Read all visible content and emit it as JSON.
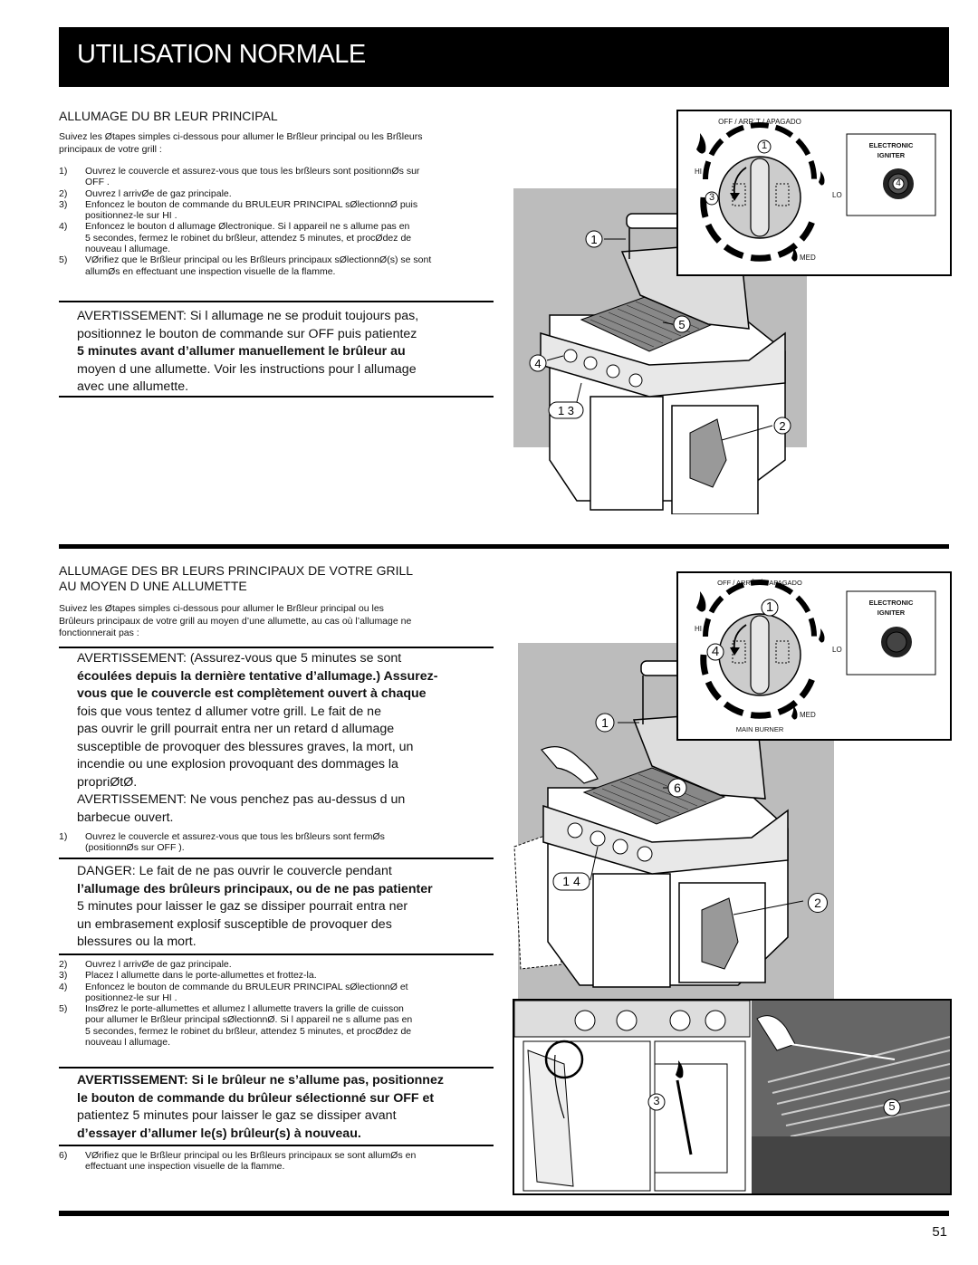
{
  "header": {
    "title": "UTILISATION NORMALE"
  },
  "sec1": {
    "title": "ALLUMAGE DU BR LEUR PRINCIPAL",
    "intro": [
      "Suivez les Øtapes simples ci-dessous pour allumer le Brßleur principal ou les Brßleurs",
      "principaux de votre grill :"
    ],
    "steps": [
      {
        "n": "1)",
        "lines": [
          "Ouvrez le couvercle et assurez-vous que tous les brßleurs sont positionnØs sur",
          "OFF ."
        ]
      },
      {
        "n": "2)",
        "lines": [
          "Ouvrez l arrivØe de gaz principale."
        ]
      },
      {
        "n": "3)",
        "lines": [
          "Enfoncez le bouton de commande du BRULEUR PRINCIPAL sØlectionnØ puis",
          "positionnez-le sur  HI ."
        ]
      },
      {
        "n": "4)",
        "lines": [
          "Enfoncez le bouton d allumage Ølectronique. Si l appareil ne s allume pas en",
          "5 secondes, fermez le robinet du brßleur, attendez 5 minutes, et procØdez de",
          "nouveau   l allumage."
        ]
      },
      {
        "n": "5)",
        "lines": [
          "VØrifiez que le Brßleur principal ou les Brßleurs principaux sØlectionnØ(s) se sont",
          "allumØs en effectuant une inspection visuelle de la flamme."
        ]
      }
    ],
    "warning": {
      "l1": "AVERTISSEMENT: Si l allumage ne se produit toujours pas,",
      "l2": "positionnez le bouton de commande sur OFF puis patientez",
      "l3": "5 minutes avant d’allumer manuellement le brûleur au",
      "l4": "moyen d une allumette. Voir les instructions pour l allumage",
      "l5": "avec une allumette."
    }
  },
  "dial1": {
    "top_label": "OFF / ARR˙T  / APAGADO",
    "hi": "HI",
    "lo": "LO",
    "med": "MED",
    "igniter1": "ELECTRONIC",
    "igniter2": "IGNITER",
    "c1": "1",
    "c3": "3",
    "c4": "4"
  },
  "grill1": {
    "c1": "1",
    "c5": "5",
    "c4": "4",
    "c13": "1 3",
    "c2": "2"
  },
  "sec2": {
    "title1": "ALLUMAGE DES BR LEURS PRINCIPAUX DE VOTRE GRILL",
    "title2": "AU MOYEN D UNE ALLUMETTE",
    "intro": [
      "Suivez les Øtapes simples ci-dessous pour allumer le Brßleur principal ou les",
      "Brûleurs principaux de votre grill au moyen d’une allumette, au cas où l’allumage ne",
      "fonctionnerait pas :"
    ],
    "warn1": {
      "l1": "AVERTISSEMENT: (Assurez-vous que 5 minutes se sont",
      "l2": "écoulées depuis la dernière tentative d’allumage.) Assurez-",
      "l3": "vous que le couvercle est complètement ouvert à chaque",
      "l4": "fois que vous tentez d allumer votre grill. Le fait de ne",
      "l5": "pas ouvrir le grill pourrait entra ner un retard d allumage",
      "l6": "susceptible de provoquer des blessures graves, la mort, un",
      "l7": "incendie ou une explosion provoquant des dommages   la",
      "l8": "propriØtØ."
    },
    "warn2": {
      "l1": "AVERTISSEMENT: Ne vous penchez pas au-dessus d un",
      "l2": "barbecue ouvert."
    },
    "step1": {
      "n": "1)",
      "lines": [
        "Ouvrez le couvercle et assurez-vous que tous les brßleurs sont fermØs",
        "(positionnØs sur  OFF )."
      ]
    },
    "danger": {
      "l1": "DANGER: Le fait de ne pas ouvrir le couvercle pendant",
      "l2": "l’allumage des brûleurs principaux, ou de ne pas patienter",
      "l3": "5 minutes pour laisser le gaz se dissiper pourrait entra ner",
      "l4": "un embrasement explosif susceptible de provoquer des",
      "l5": "blessures ou la mort."
    },
    "steps": [
      {
        "n": "2)",
        "lines": [
          "Ouvrez l arrivØe de gaz principale."
        ]
      },
      {
        "n": "3)",
        "lines": [
          "Placez l allumette dans le porte-allumettes et frottez-la."
        ]
      },
      {
        "n": "4)",
        "lines": [
          "Enfoncez le bouton de commande du BRULEUR PRINCIPAL sØlectionnØ et",
          "positionnez-le sur  HI ."
        ]
      },
      {
        "n": "5)",
        "lines": [
          "InsØrez le porte-allumettes et allumez l allumette   travers la grille de cuisson",
          "pour allumer le Brßleur principal sØlectionnØ. Si l appareil ne s allume pas en",
          "5 secondes, fermez le robinet du brßleur, attendez 5 minutes, et procØdez de",
          "nouveau   l allumage."
        ]
      }
    ],
    "warn3": {
      "l1": "AVERTISSEMENT: Si le brûleur ne s’allume pas, positionnez",
      "l2": "le bouton de commande du brûleur sélectionné sur OFF et",
      "l3": "patientez 5 minutes pour laisser le gaz se dissiper avant",
      "l4": "d’essayer d’allumer le(s) brûleur(s) à nouveau."
    },
    "step6": {
      "n": "6)",
      "lines": [
        "VØrifiez que le Brßleur principal ou les Brßleurs principaux se sont allumØs en",
        "effectuant une inspection visuelle  de la flamme."
      ]
    }
  },
  "dial2": {
    "top_label": "OFF / ARRÊTÉ / APAGADO",
    "hi": "HI",
    "lo": "LO",
    "med": "MED",
    "bottom_label": "MAIN BURNER",
    "igniter1": "ELECTRONIC",
    "igniter2": "IGNITER",
    "c1": "1",
    "c4": "4"
  },
  "grill2": {
    "c1": "1",
    "c6": "6",
    "c14": "1 4",
    "c2": "2"
  },
  "closeup": {
    "c3": "3",
    "c5": "5"
  },
  "footer": {
    "page_number": "51"
  }
}
